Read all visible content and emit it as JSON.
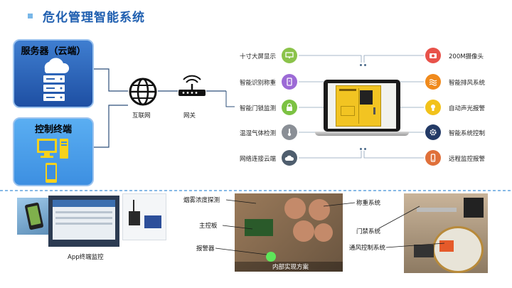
{
  "title": "危化管理智能系统",
  "server": {
    "label": "服务器（云端）"
  },
  "terminal": {
    "label": "控制终端"
  },
  "network": {
    "internet_label": "互联网",
    "gateway_label": "网关"
  },
  "features_left": [
    {
      "label": "十寸大屏显示",
      "icon": "monitor-icon",
      "color": "#8bc34a"
    },
    {
      "label": "智能识别称重",
      "icon": "scale-icon",
      "color": "#9c6ad6"
    },
    {
      "label": "智能门锁监测",
      "icon": "lock-icon",
      "color": "#7cc243"
    },
    {
      "label": "温湿气体检测",
      "icon": "thermometer-icon",
      "color": "#8a8f96"
    },
    {
      "label": "网络连接云端",
      "icon": "cloud-icon",
      "color": "#4f5e6e"
    }
  ],
  "features_right": [
    {
      "label": "200M摄像头",
      "icon": "camera-icon",
      "color": "#e8524a"
    },
    {
      "label": "智能排风系统",
      "icon": "fan-icon",
      "color": "#f08a1c"
    },
    {
      "label": "自动声光报警",
      "icon": "alarm-light-icon",
      "color": "#f2c21b"
    },
    {
      "label": "智能系统控制",
      "icon": "gear-icon",
      "color": "#233a66"
    },
    {
      "label": "远程监控报警",
      "icon": "phone-icon",
      "color": "#e0703a"
    }
  ],
  "photos": {
    "app_caption": "App终端监控",
    "inner_caption": "内部实现方案",
    "smoke_label": "烟雾浓度探测",
    "board_label": "主控板",
    "alarm_label": "报警器",
    "weigh_label": "称重系统",
    "door_label": "门禁系统",
    "vent_label": "通风控制系统"
  }
}
